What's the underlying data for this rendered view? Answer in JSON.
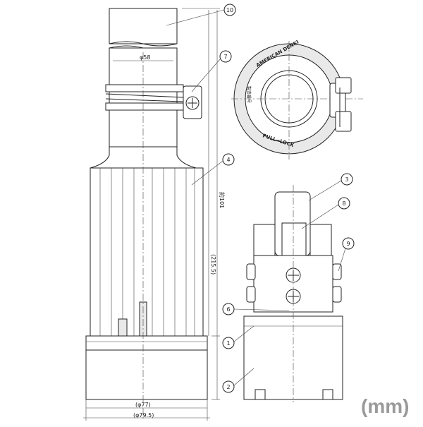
{
  "callouts": {
    "c1": "1",
    "c2": "2",
    "c3": "3",
    "c4": "4",
    "c5": "6",
    "c6": "7",
    "c7": "8",
    "c8": "9",
    "c9": "10"
  },
  "dimensions": {
    "pipe_dia": "φ58",
    "body_dia": "(φ77)",
    "outer_dia": "(φ79.5)",
    "total_length": "(215.5)",
    "plug_length": "約101"
  },
  "top_view": {
    "brand": "AMERICAN DENKI",
    "lock": "PULL→LOCK",
    "small_mark": "製造番号"
  },
  "unit_label": "(mm)"
}
